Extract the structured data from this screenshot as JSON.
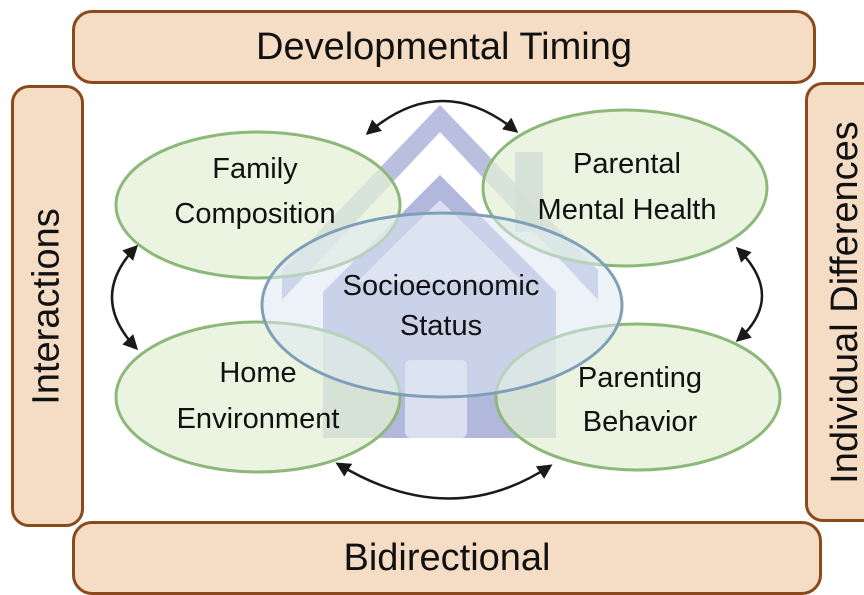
{
  "frame": {
    "top": "Developmental Timing",
    "bottom": "Bidirectional",
    "left": "Interactions",
    "right": "Individual Differences"
  },
  "nodes": {
    "family_composition": {
      "line1": "Family",
      "line2": "Composition"
    },
    "parental_mental_health": {
      "line1": "Parental",
      "line2": "Mental Health"
    },
    "socioeconomic_status": {
      "line1": "Socioeconomic",
      "line2": "Status"
    },
    "home_environment": {
      "line1": "Home",
      "line2": "Environment"
    },
    "parenting_behavior": {
      "line1": "Parenting",
      "line2": "Behavior"
    }
  },
  "colors": {
    "frame_fill": "#f4dcc5",
    "frame_border": "#8b4a1c",
    "green_fill": "#e3f0d5",
    "green_stroke": "#8db87a",
    "blue_stroke": "#7f9fb8",
    "house": "#a5abd6"
  },
  "icons": [
    "house-icon",
    "bidirectional-arrow-icon"
  ]
}
